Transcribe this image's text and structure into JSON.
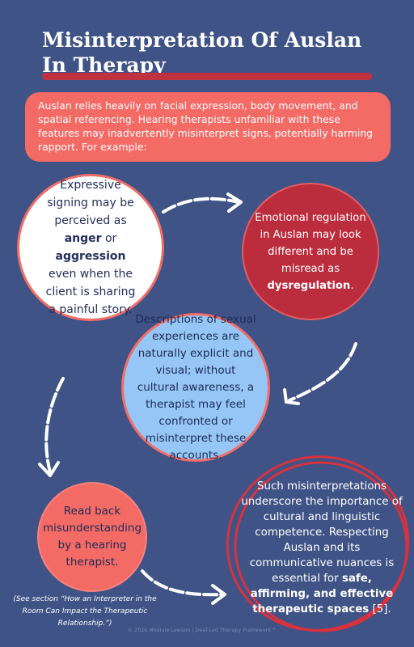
{
  "header": {
    "title": "Misinterpretation Of Auslan In Therapy"
  },
  "intro": {
    "text": "Auslan relies heavily on facial expression, body movement, and spatial referencing. Hearing therapists unfamiliar with these features may inadvertently misinterpret signs, potentially harming rapport. For example:"
  },
  "circle1": {
    "text_a": "Expressive signing may be perceived as ",
    "bold_a": "anger",
    "text_b": " or ",
    "bold_b": "aggression",
    "text_c": " even when the client is sharing a painful story."
  },
  "circle2": {
    "text_a": "Emotional regulation in Auslan may look different and be misread as ",
    "bold_a": "dysregulation",
    "text_b": "."
  },
  "circle3": {
    "text": "Descriptions of sexual experiences are naturally explicit and visual; without cultural awareness, a therapist may feel confronted or misinterpret these accounts."
  },
  "circle4": {
    "text": "Read back misunderstanding by a hearing therapist."
  },
  "circle5": {
    "text_a": "Such misinterpretations underscore the importance of cultural and linguistic competence. Respecting Auslan and its communicative nuances is essential for ",
    "bold_a": "safe, affirming, and effective therapeutic spaces",
    "text_b": " [5]."
  },
  "note": {
    "text": "(See section “How an Interpreter in the Room Can Impact the Therapeutic Relationship.”)"
  },
  "footer": {
    "text": "© 2026 Modiule Lawson | Deaf-Led Therapy Framework™"
  },
  "colors": {
    "background": "#3f5386",
    "accent_red": "#bb2c3c",
    "coral": "#f46b66",
    "light_blue": "#95c6f6",
    "white": "#ffffff"
  }
}
